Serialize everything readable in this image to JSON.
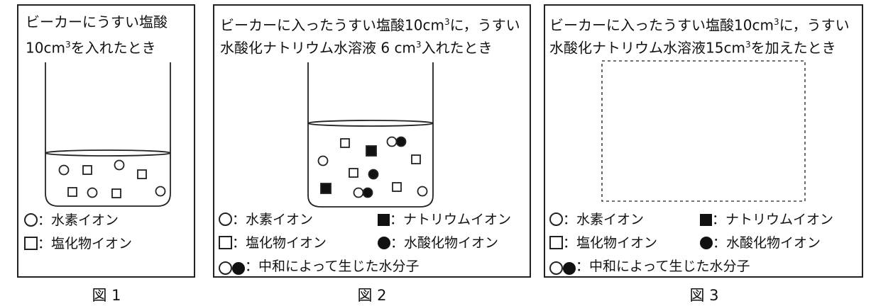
{
  "panel1": {
    "caption_line1": "ビーカーにうすい塩酸",
    "caption_line2_pre": "10cm",
    "caption_line2_sup": "3",
    "caption_line2_post": "を入れたとき",
    "legend_hydrogen": "：水素イオン",
    "legend_chloride": "：塩化物イオン",
    "figure_label": "図 1"
  },
  "panel2": {
    "caption_line1_pre": "ビーカーに入ったうすい塩酸10cm",
    "caption_line1_sup": "3",
    "caption_line1_post": "に，うすい",
    "caption_line2_pre": "水酸化ナトリウム水溶液 6 cm",
    "caption_line2_sup": "3",
    "caption_line2_post": "入れたとき",
    "legend_hydrogen": "：水素イオン",
    "legend_sodium": "：ナトリウムイオン",
    "legend_chloride": "：塩化物イオン",
    "legend_hydroxide": "：水酸化物イオン",
    "legend_water": "：中和によって生じた水分子",
    "figure_label": "図 2"
  },
  "panel3": {
    "caption_line1_pre": "ビーカーに入ったうすい塩酸10cm",
    "caption_line1_sup": "3",
    "caption_line1_post": "に，うすい",
    "caption_line2_pre": "水酸化ナトリウム水溶液15cm",
    "caption_line2_sup": "3",
    "caption_line2_post": "を加えたとき",
    "legend_hydrogen": "：水素イオン",
    "legend_sodium": "：ナトリウムイオン",
    "legend_chloride": "：塩化物イオン",
    "legend_hydroxide": "：水酸化物イオン",
    "legend_water": "：中和によって生じた水分子",
    "figure_label": "図 3"
  }
}
